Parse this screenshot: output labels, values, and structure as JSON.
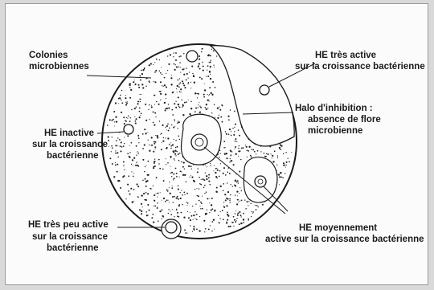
{
  "labels": {
    "colonies_line1": "Colonies",
    "colonies_line2": "microbiennes",
    "he_tres_active_line1": "HE très active",
    "he_tres_active_line2": "sur la croissance bactérienne",
    "halo_line1": "Halo d'inhibition :",
    "halo_line2": "absence de flore",
    "halo_line3": "microbienne",
    "he_inactive_line1": "HE inactive",
    "he_inactive_line2": "sur la croissance",
    "he_inactive_line3": "bactérienne",
    "he_tres_peu_line1": "HE très peu active",
    "he_tres_peu_line2": "sur la croissance",
    "he_tres_peu_line3": "bactérienne",
    "he_moyen_line1": "HE moyennement",
    "he_moyen_line2": "active sur la croissance bactérienne"
  },
  "colors": {
    "ink": "#1a1a1a",
    "paper": "#fbfbfb",
    "background": "#d9d9d9"
  }
}
